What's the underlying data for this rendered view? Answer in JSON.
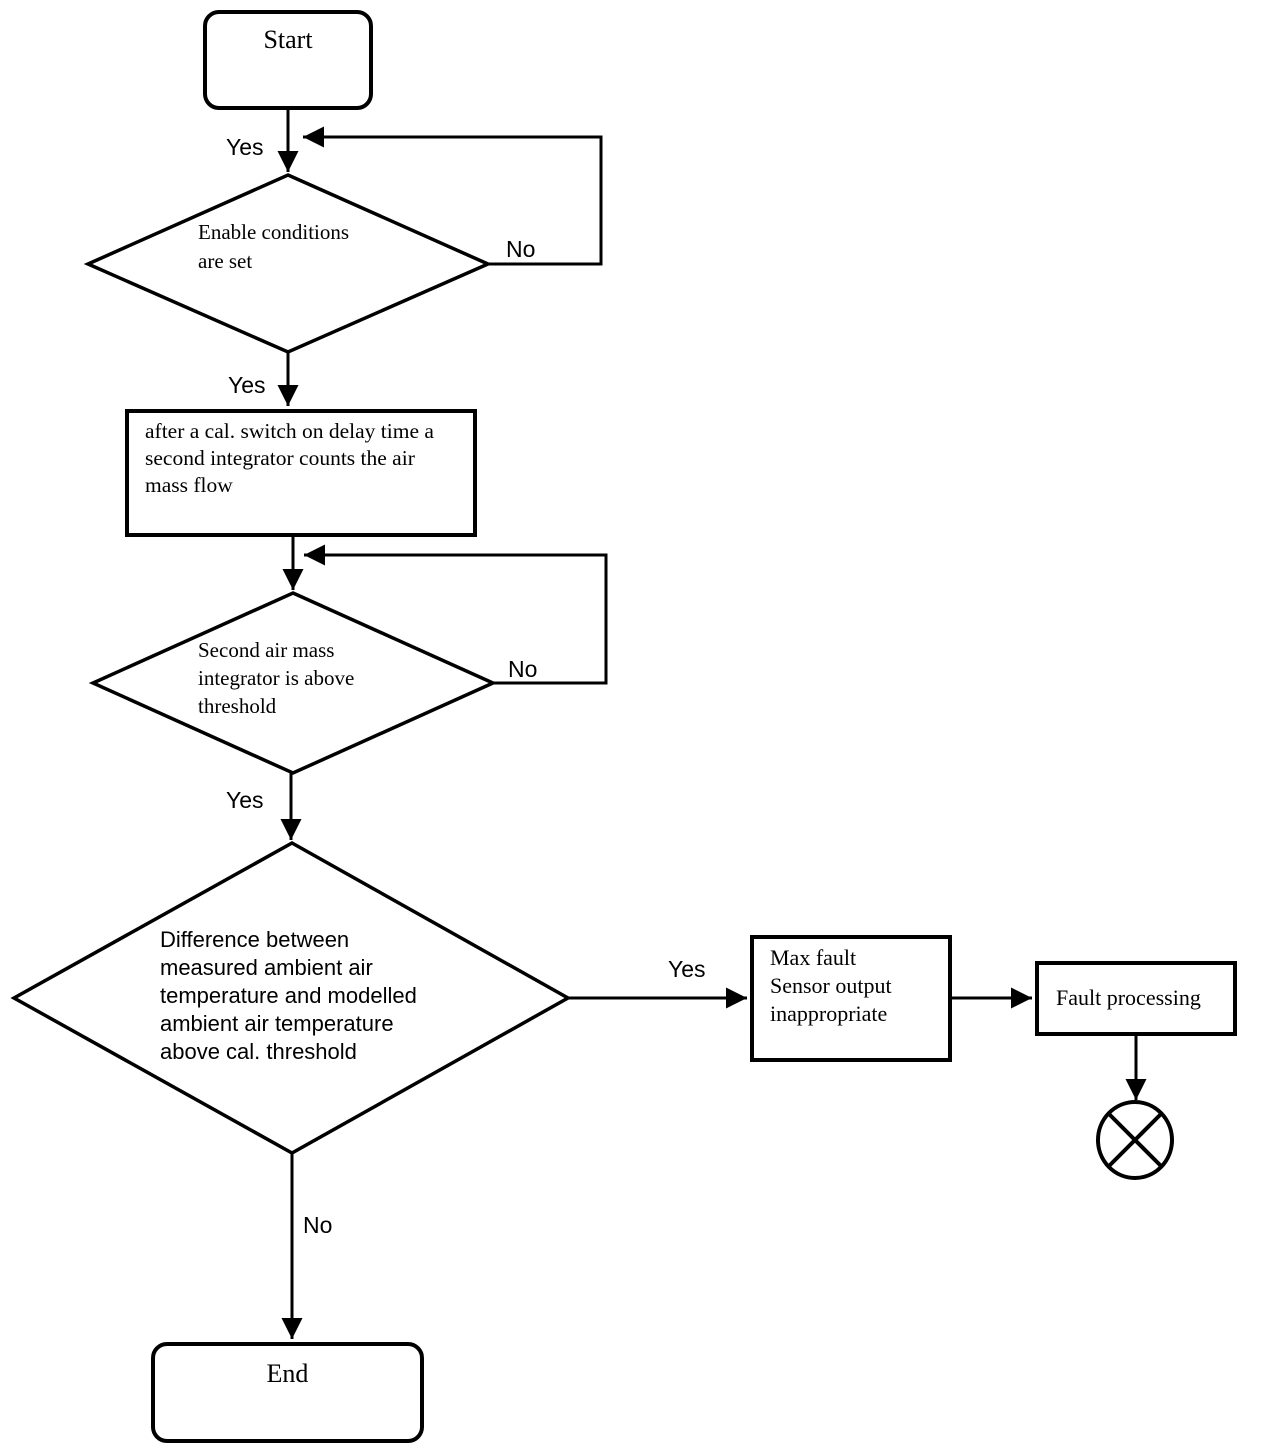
{
  "canvas": {
    "background": "#ffffff",
    "stroke_color": "#000000"
  },
  "nodes": {
    "start": {
      "type": "terminator",
      "label": "Start"
    },
    "decision_enable": {
      "type": "decision",
      "label": "Enable conditions\nare set"
    },
    "process_air_mass_count": {
      "type": "process",
      "label": "after a cal. switch on delay time a\nsecond integrator counts the air\nmass flow"
    },
    "decision_integrator_threshold": {
      "type": "decision",
      "label": "Second air mass\nintegrator is above\nthreshold"
    },
    "decision_temp_difference": {
      "type": "decision",
      "label": "Difference between\nmeasured ambient air\ntemperature and modelled\nambient air temperature\nabove cal. threshold"
    },
    "process_max_fault": {
      "type": "process",
      "label": "Max fault\nSensor output\ninappropriate"
    },
    "process_fault_processing": {
      "type": "process",
      "label": "Fault processing"
    },
    "end": {
      "type": "terminator",
      "label": "End"
    }
  },
  "edge_labels": {
    "loop_enable_yes": "Yes",
    "enable_no": "No",
    "enable_yes": "Yes",
    "integrator_no": "No",
    "integrator_yes": "Yes",
    "temp_diff_yes": "Yes",
    "temp_diff_no": "No"
  }
}
